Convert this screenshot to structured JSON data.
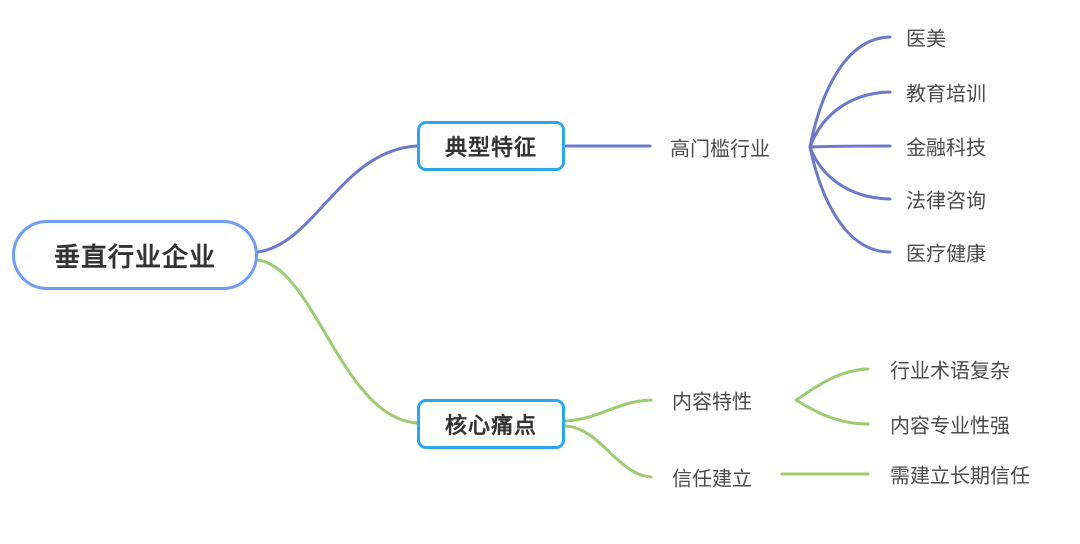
{
  "mindmap": {
    "root": {
      "label": "垂直行业企业"
    },
    "branches": [
      {
        "label": "典型特征",
        "children": [
          {
            "label": "高门槛行业",
            "children": [
              "医美",
              "教育培训",
              "金融科技",
              "法律咨询",
              "医疗健康"
            ]
          }
        ]
      },
      {
        "label": "核心痛点",
        "children": [
          {
            "label": "内容特性",
            "children": [
              "行业术语复杂",
              "内容专业性强"
            ]
          },
          {
            "label": "信任建立",
            "children": [
              "需建立长期信任"
            ]
          }
        ]
      }
    ]
  },
  "colors": {
    "background": "#FFFFFF",
    "root_border": "#6F9CF8",
    "topic_border": "#2BA7F0",
    "line_blue": "#6B79C9",
    "line_green": "#9CCB72",
    "heading_text": "#333333",
    "leaf_text": "#4B4B4B"
  }
}
